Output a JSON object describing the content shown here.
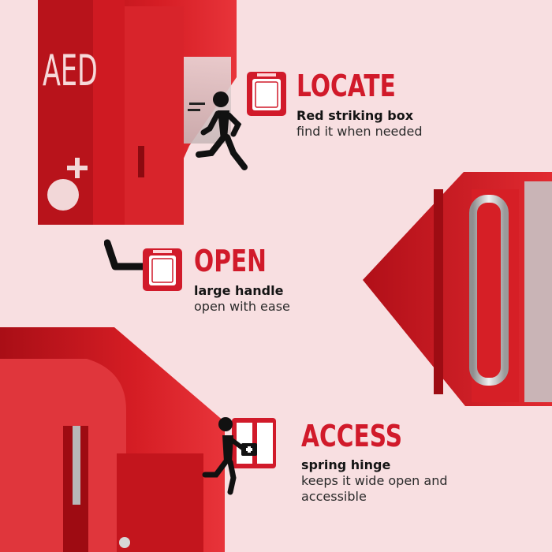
{
  "colors": {
    "background": "#f8dfe1",
    "accent_red": "#d11a2a",
    "cabinet_red": "#c8141c",
    "text_dark": "#141414"
  },
  "cabinet": {
    "label": "AED"
  },
  "sections": [
    {
      "heading": "LOCATE",
      "title": "Red striking box",
      "description": "find it when needed",
      "icon": "running-person-with-box-icon"
    },
    {
      "heading": "OPEN",
      "title": "large handle",
      "description": "open with ease",
      "icon": "arm-pulling-box-icon"
    },
    {
      "heading": "ACCESS",
      "title": "spring hinge",
      "description": "keeps it wide open and accessible",
      "icon": "person-carrying-kit-icon"
    }
  ]
}
